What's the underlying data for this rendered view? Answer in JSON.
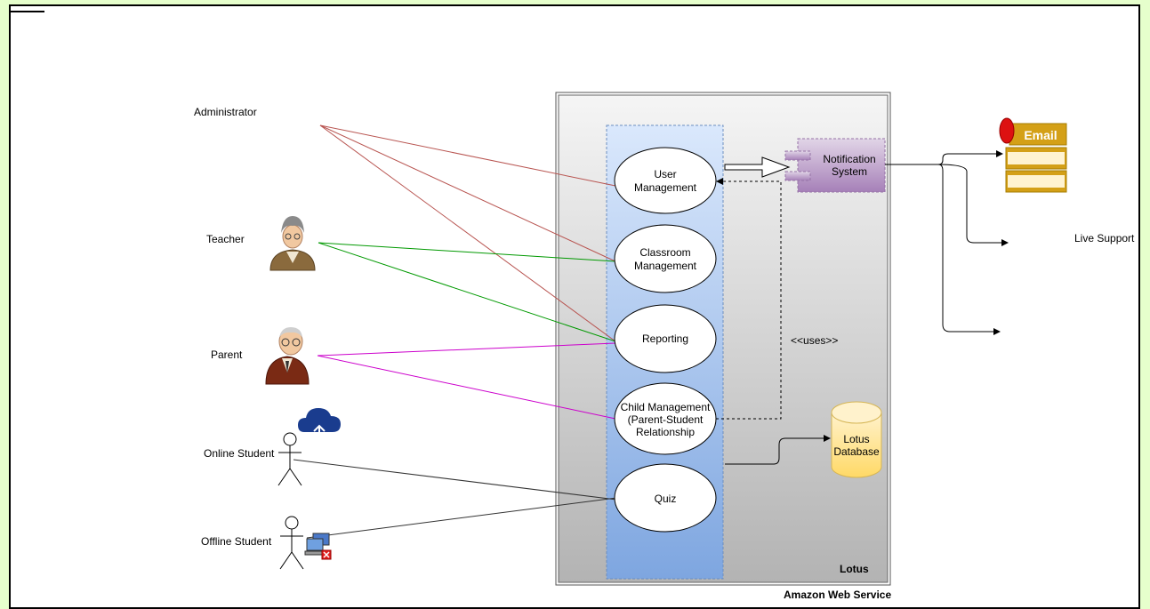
{
  "actors": {
    "administrator": "Administrator",
    "teacher": "Teacher",
    "parent": "Parent",
    "online_student": "Online Student",
    "offline_student": "Offline Student"
  },
  "use_cases": {
    "user_management": [
      "User",
      "Management"
    ],
    "classroom_management": [
      "Classroom",
      "Management"
    ],
    "reporting": [
      "Reporting"
    ],
    "child_management": [
      "Child Management",
      "(Parent-Student",
      "Relationship"
    ],
    "quiz": [
      "Quiz"
    ]
  },
  "components": {
    "notification_system": [
      "Notification",
      "System"
    ],
    "lotus_database": [
      "Lotus",
      "Database"
    ],
    "email_label": "Email",
    "live_support": "Live Support"
  },
  "relations": {
    "uses": "<<uses>>"
  },
  "boundaries": {
    "lotus": "Lotus",
    "aws": "Amazon Web Service"
  },
  "colors": {
    "admin_line": "#b85450",
    "teacher_line": "#009900",
    "parent_line": "#cc00cc",
    "student_line": "#333333",
    "use_case_column_top": "#dae8fc",
    "use_case_column_bottom": "#7ea6e0",
    "notification_fill": "#a680b8",
    "database_fill": "#ffd966"
  }
}
